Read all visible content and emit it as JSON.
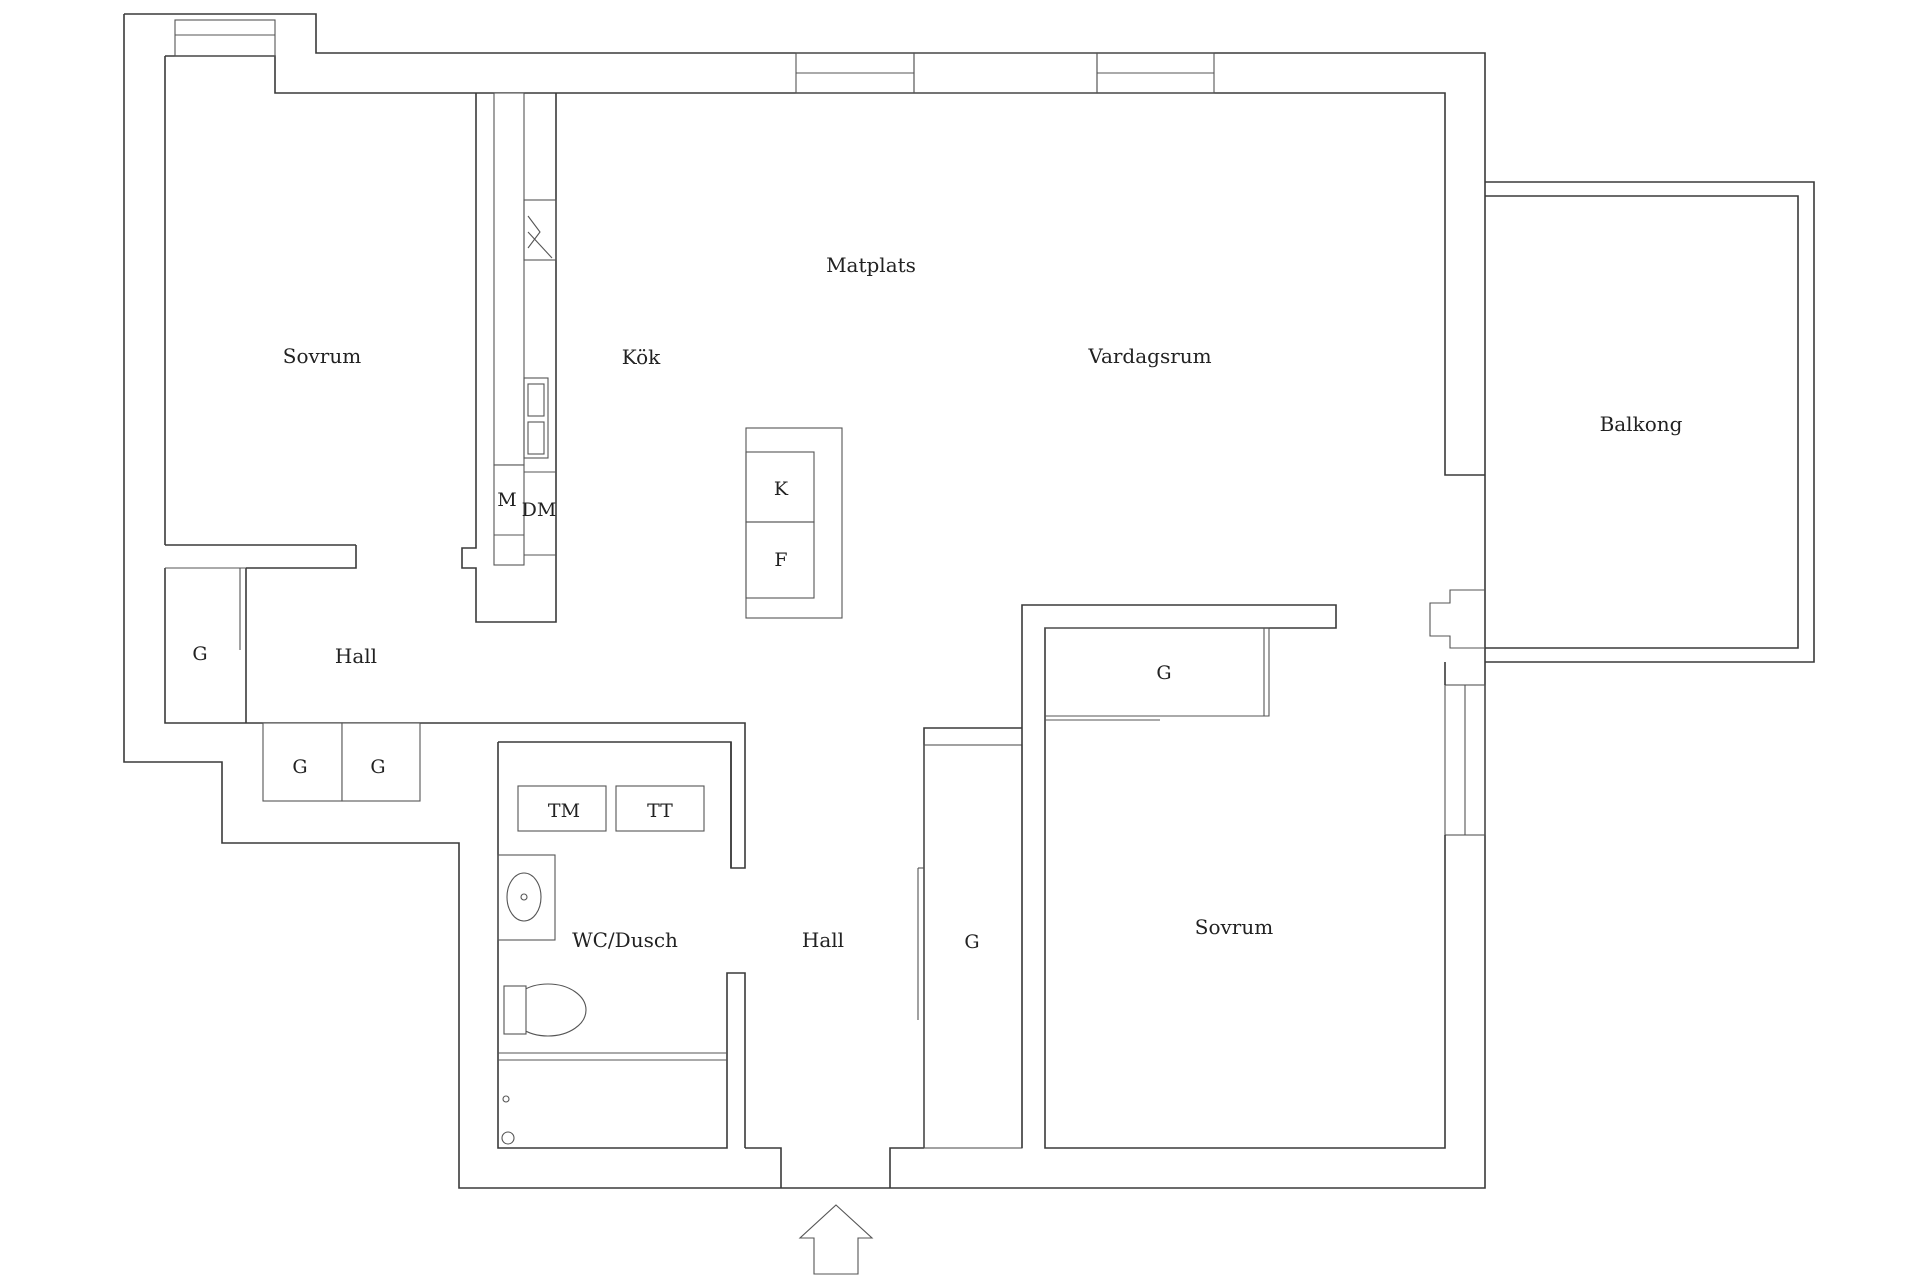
{
  "plan": {
    "rooms": {
      "sovrum_left": "Sovrum",
      "kok": "Kök",
      "matplats": "Matplats",
      "vardagsrum": "Vardagsrum",
      "balkong": "Balkong",
      "hall_left": "Hall",
      "hall_center": "Hall",
      "wc_dusch": "WC/Dusch",
      "sovrum_right": "Sovrum"
    },
    "fixtures": {
      "microwave": "M",
      "dishwasher": "DM",
      "fridge": "K",
      "freezer": "F",
      "washing_machine": "TM",
      "dryer": "TT"
    },
    "wardrobes": {
      "hall_left": "G",
      "hall_bottom_1": "G",
      "hall_bottom_2": "G",
      "bedroom_top": "G",
      "hall_center": "G"
    },
    "icons": {
      "entrance": "entrance-arrow-icon"
    }
  }
}
